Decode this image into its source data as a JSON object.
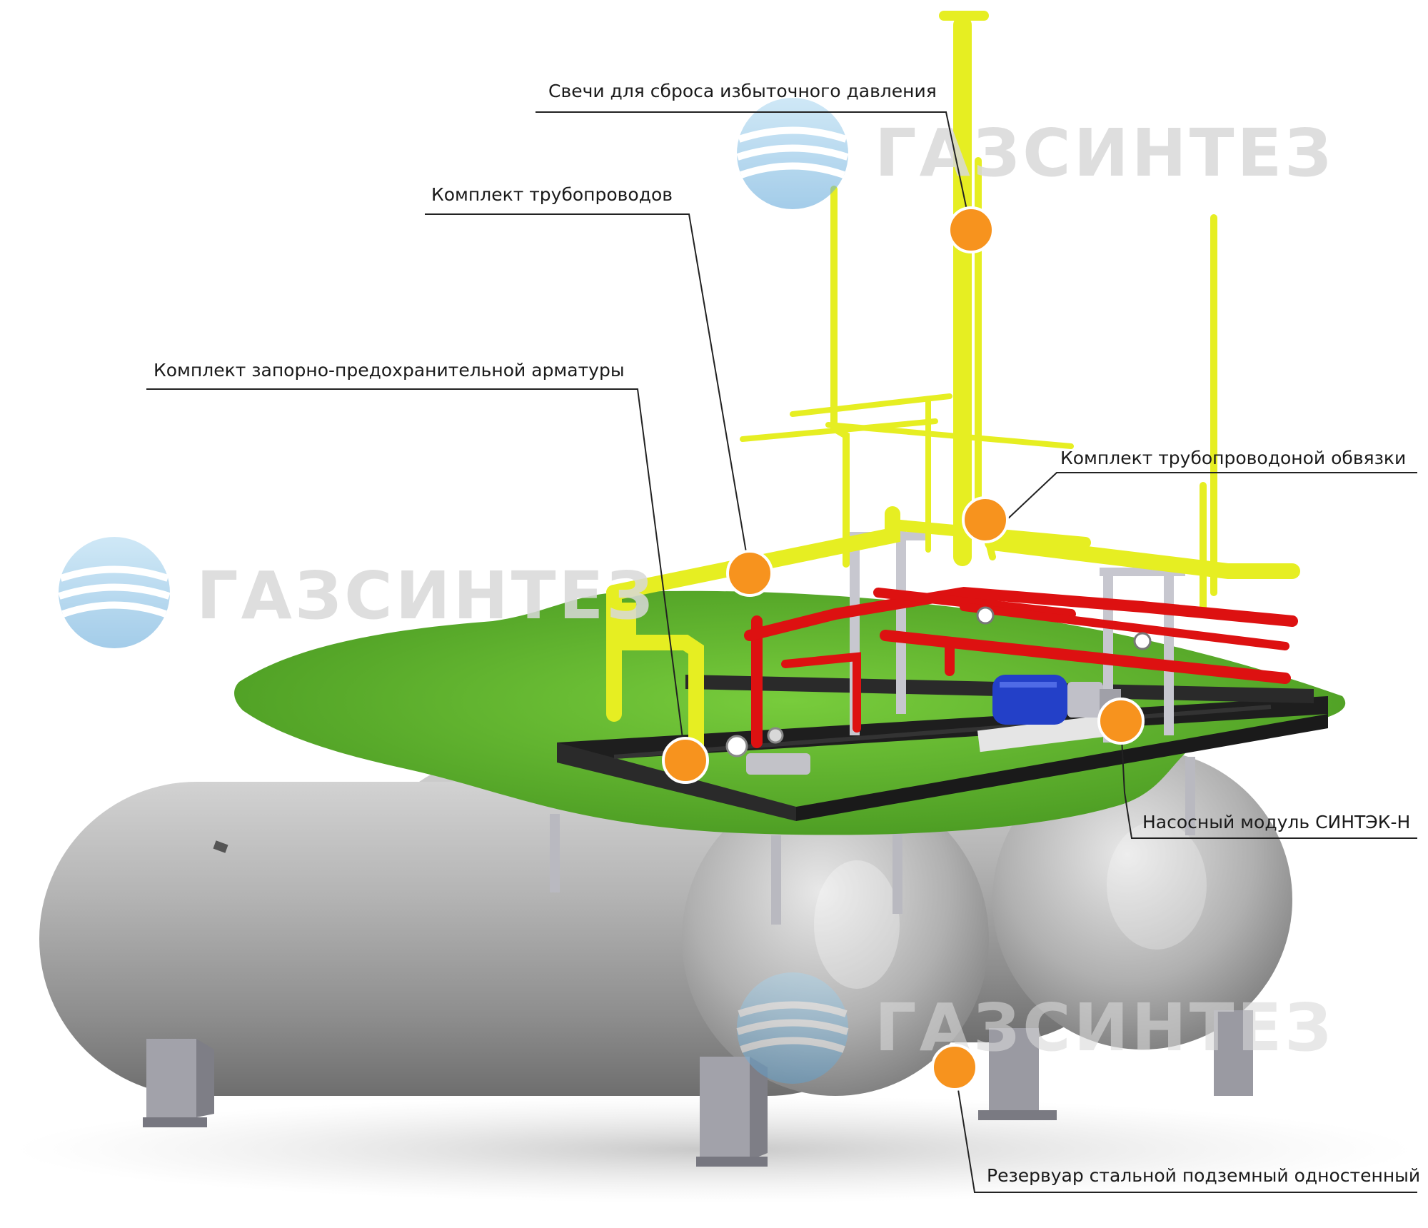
{
  "watermark": {
    "brand": "ГАЗСИНТЕЗ"
  },
  "callouts": [
    {
      "id": "candles",
      "text": "Свечи для сброса избыточного давления"
    },
    {
      "id": "pipelines",
      "text": "Комплект трубопроводов"
    },
    {
      "id": "valves",
      "text": "Комплект запорно-предохранительной арматуры"
    },
    {
      "id": "piping",
      "text": "Комплект трубопроводоной обвязки"
    },
    {
      "id": "pump",
      "text": "Насосный модуль СИНТЭК-Н"
    },
    {
      "id": "tank",
      "text": "Резервуар стальной подземный одностенный"
    }
  ],
  "colors": {
    "gas_pipe": "#e6ee22",
    "liquid_pipe": "#dd1111",
    "grass": "#5db82e",
    "tank": "#a9a9a9",
    "marker": "#f7931e",
    "pump": "#2340c8",
    "watermark": "#d9d9d9"
  }
}
